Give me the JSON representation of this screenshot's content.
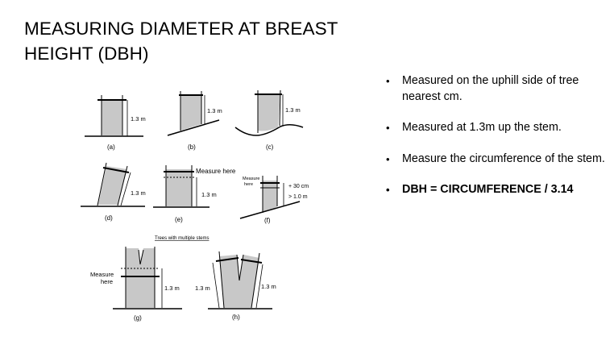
{
  "title": {
    "line1": "MEASURING DIAMETER AT BREAST",
    "line2": "HEIGHT (DBH)"
  },
  "bullets": [
    "Measured on the uphill side of tree nearest cm.",
    "Measured at 1.3m up the stem.",
    "Measure the circumference of the stem.",
    "DBH = CIRCUMFERENCE / 3.14"
  ],
  "figure": {
    "panel_labels": [
      "(a)",
      "(b)",
      "(c)",
      "(d)",
      "(e)",
      "(f)",
      "(g)",
      "(h)"
    ],
    "height_label": "1.3 m",
    "measure_here": "Measure here",
    "measure_here_small_1": "Measure",
    "measure_here_small_2": "here",
    "measure_line1": "Measure",
    "measure_line2": "here",
    "plus_30": "+ 30 cm",
    "gt_1m": "> 1.0 m",
    "multiple_stems": "Trees with multiple stems",
    "colors": {
      "trunk": "#c8c8c8",
      "ink": "#000000"
    }
  }
}
